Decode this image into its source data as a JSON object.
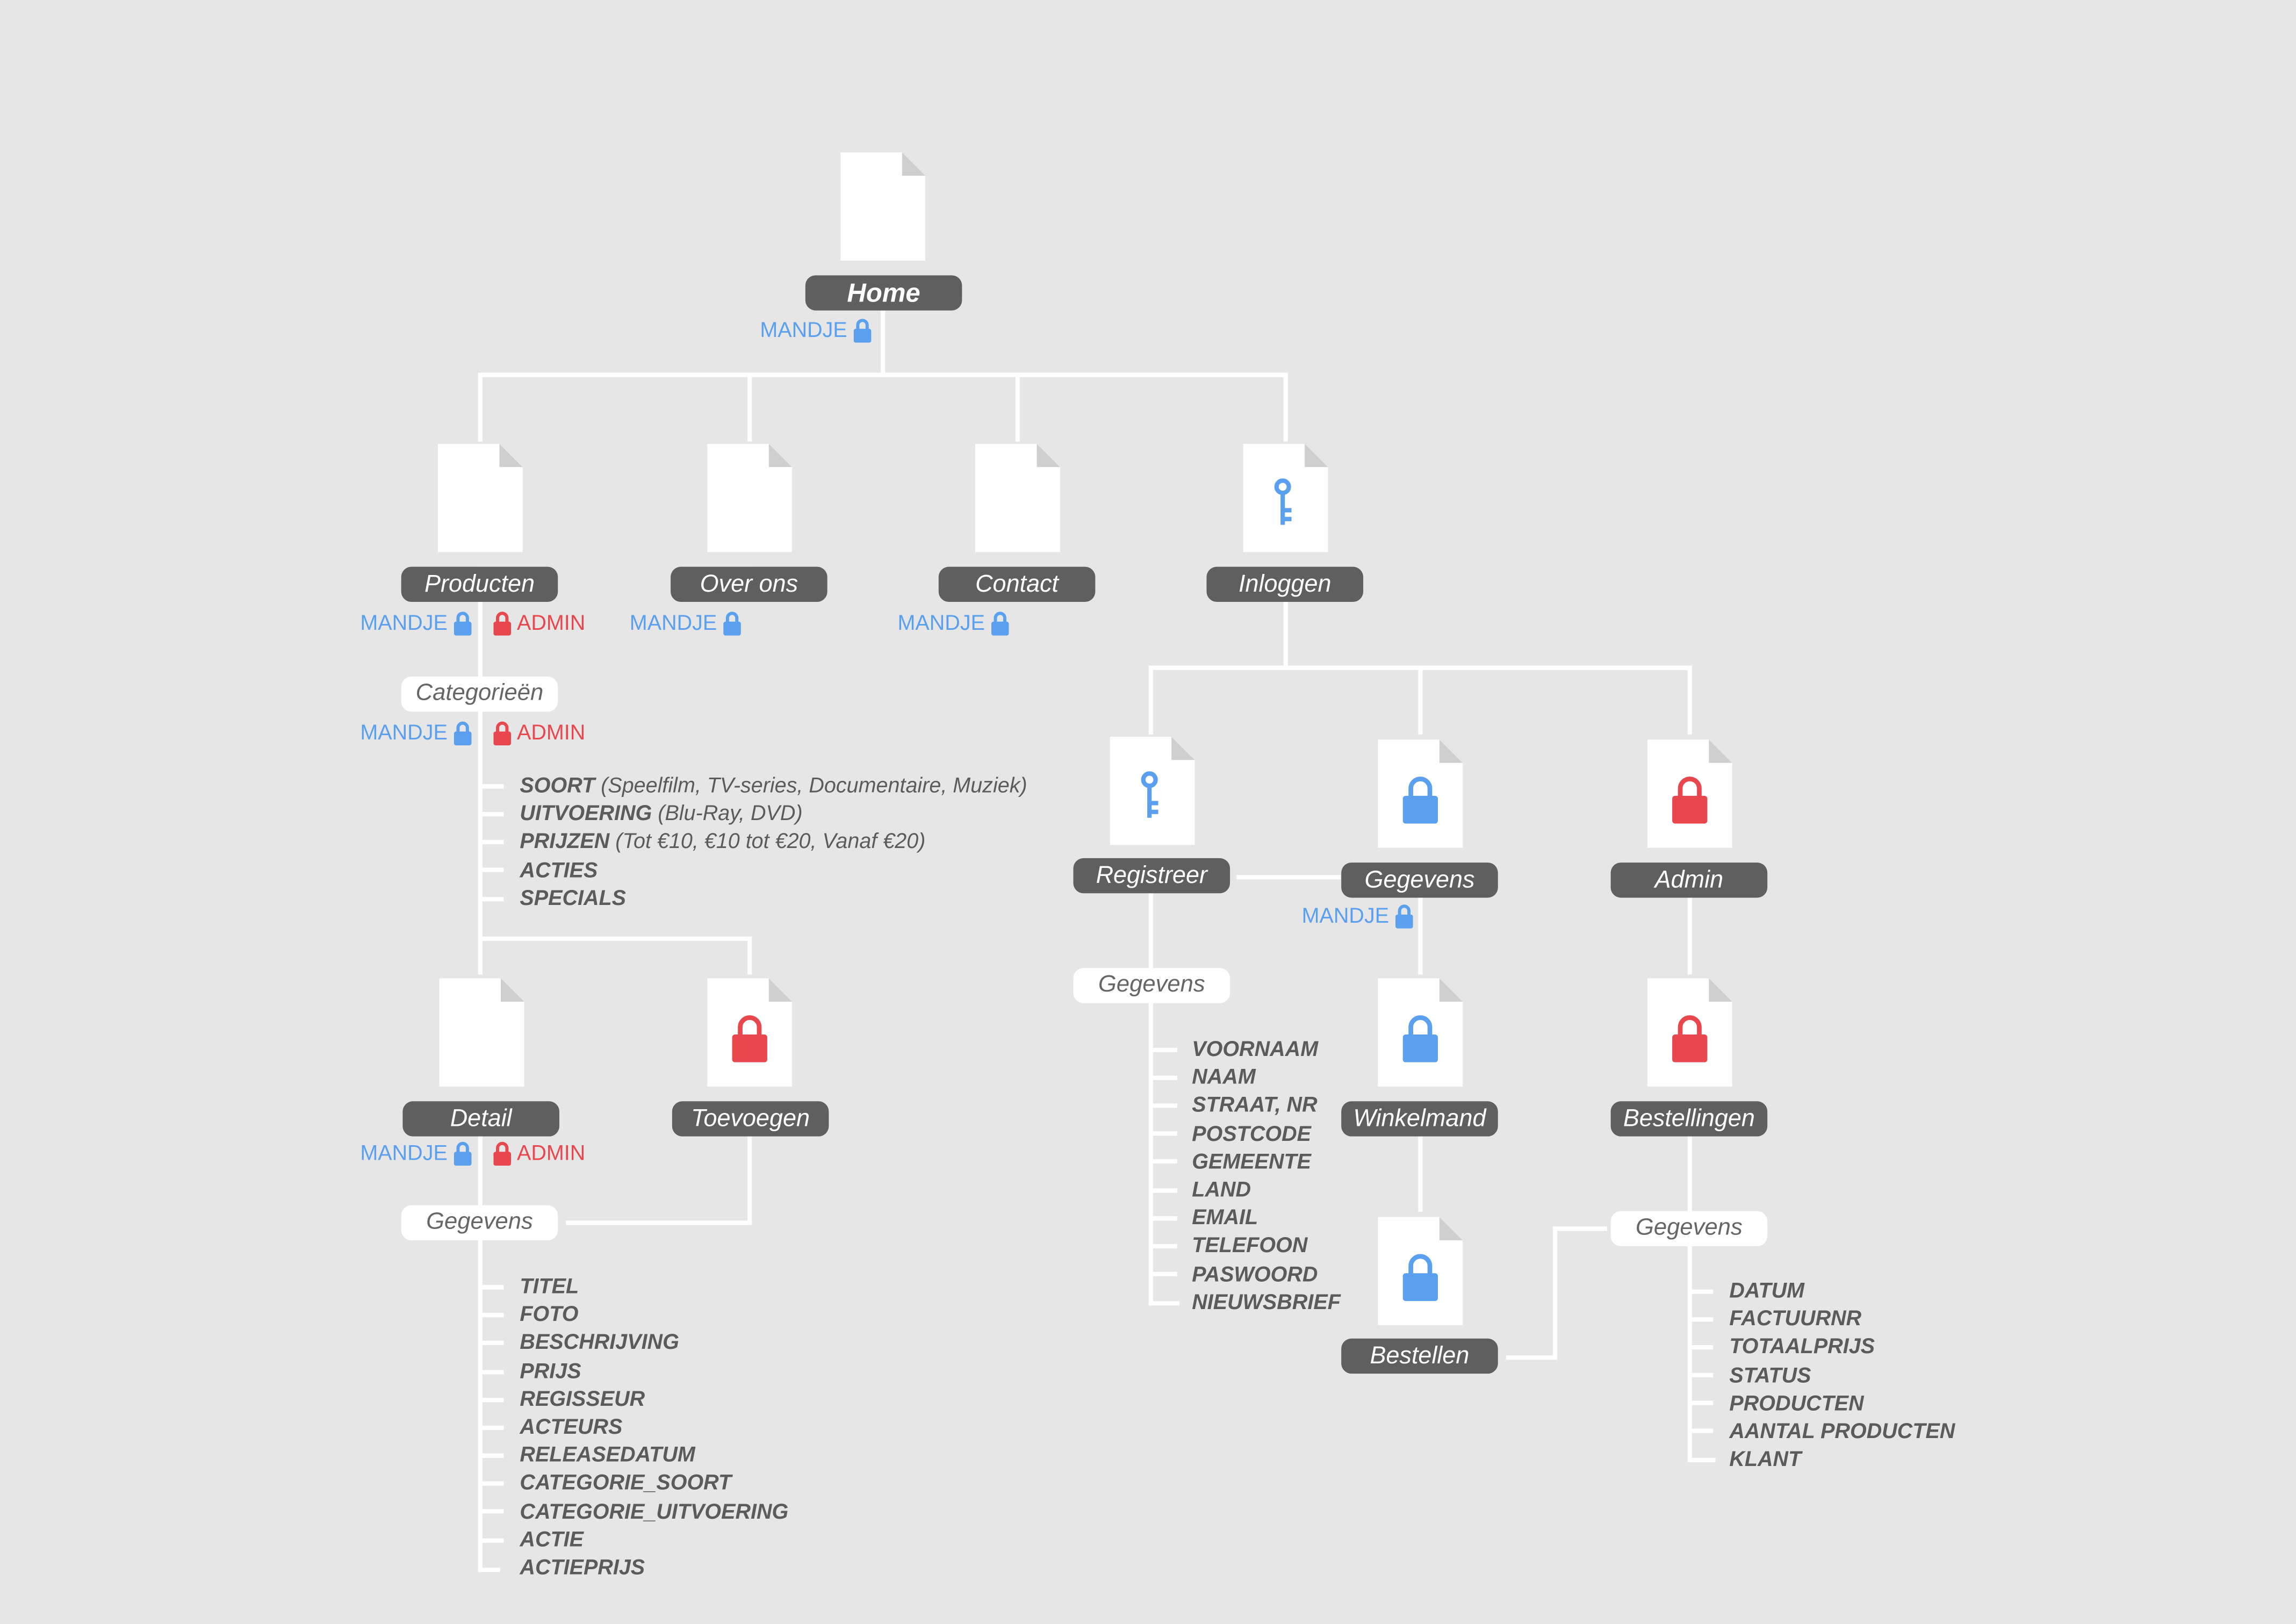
{
  "colors": {
    "background": "#e6e6e6",
    "pill": "#5f5f5f",
    "line": "#ffffff",
    "mandje": "#5ba0ee",
    "admin": "#e8474d"
  },
  "roles": {
    "mandje": "MANDJE",
    "admin": "ADMIN"
  },
  "pages": {
    "home": {
      "label": "Home",
      "icon": "none"
    },
    "producten": {
      "label": "Producten",
      "icon": "none"
    },
    "over_ons": {
      "label": "Over ons",
      "icon": "none"
    },
    "contact": {
      "label": "Contact",
      "icon": "none"
    },
    "inloggen": {
      "label": "Inloggen",
      "icon": "key-icon"
    },
    "detail": {
      "label": "Detail",
      "icon": "none"
    },
    "toevoegen": {
      "label": "Toevoegen",
      "icon": "red-lock-icon"
    },
    "registreer": {
      "label": "Registreer",
      "icon": "key-icon"
    },
    "gegevens": {
      "label": "Gegevens",
      "icon": "blue-lock-icon"
    },
    "admin": {
      "label": "Admin",
      "icon": "red-lock-icon"
    },
    "winkelmand": {
      "label": "Winkelmand",
      "icon": "blue-lock-icon"
    },
    "bestellingen": {
      "label": "Bestellingen",
      "icon": "red-lock-icon"
    },
    "bestellen": {
      "label": "Bestellen",
      "icon": "blue-lock-icon"
    }
  },
  "sections": {
    "categorieen": "Categorieën",
    "detail_gegevens": "Gegevens",
    "registreer_gegevens": "Gegevens",
    "bestellingen_gegevens": "Gegevens"
  },
  "lists": {
    "categorieen": [
      {
        "key": "SOORT",
        "detail": "(Speelfilm, TV-series, Documentaire, Muziek)"
      },
      {
        "key": "UITVOERING",
        "detail": "(Blu-Ray, DVD)"
      },
      {
        "key": "PRIJZEN",
        "detail": "(Tot €10, €10 tot €20, Vanaf €20)"
      },
      {
        "key": "ACTIES",
        "detail": ""
      },
      {
        "key": "SPECIALS",
        "detail": ""
      }
    ],
    "detail_gegevens": [
      "TITEL",
      "FOTO",
      "BESCHRIJVING",
      "PRIJS",
      "REGISSEUR",
      "ACTEURS",
      "RELEASEDATUM",
      "CATEGORIE_SOORT",
      "CATEGORIE_UITVOERING",
      "ACTIE",
      "ACTIEPRIJS"
    ],
    "registreer_gegevens": [
      "VOORNAAM",
      "NAAM",
      "STRAAT, NR",
      "POSTCODE",
      "GEMEENTE",
      "LAND",
      "EMAIL",
      "TELEFOON",
      "PASWOORD",
      "NIEUWSBRIEF"
    ],
    "bestellingen_gegevens": [
      "DATUM",
      "FACTUURNR",
      "TOTAALPRIJS",
      "STATUS",
      "PRODUCTEN",
      "AANTAL PRODUCTEN",
      "KLANT"
    ]
  }
}
